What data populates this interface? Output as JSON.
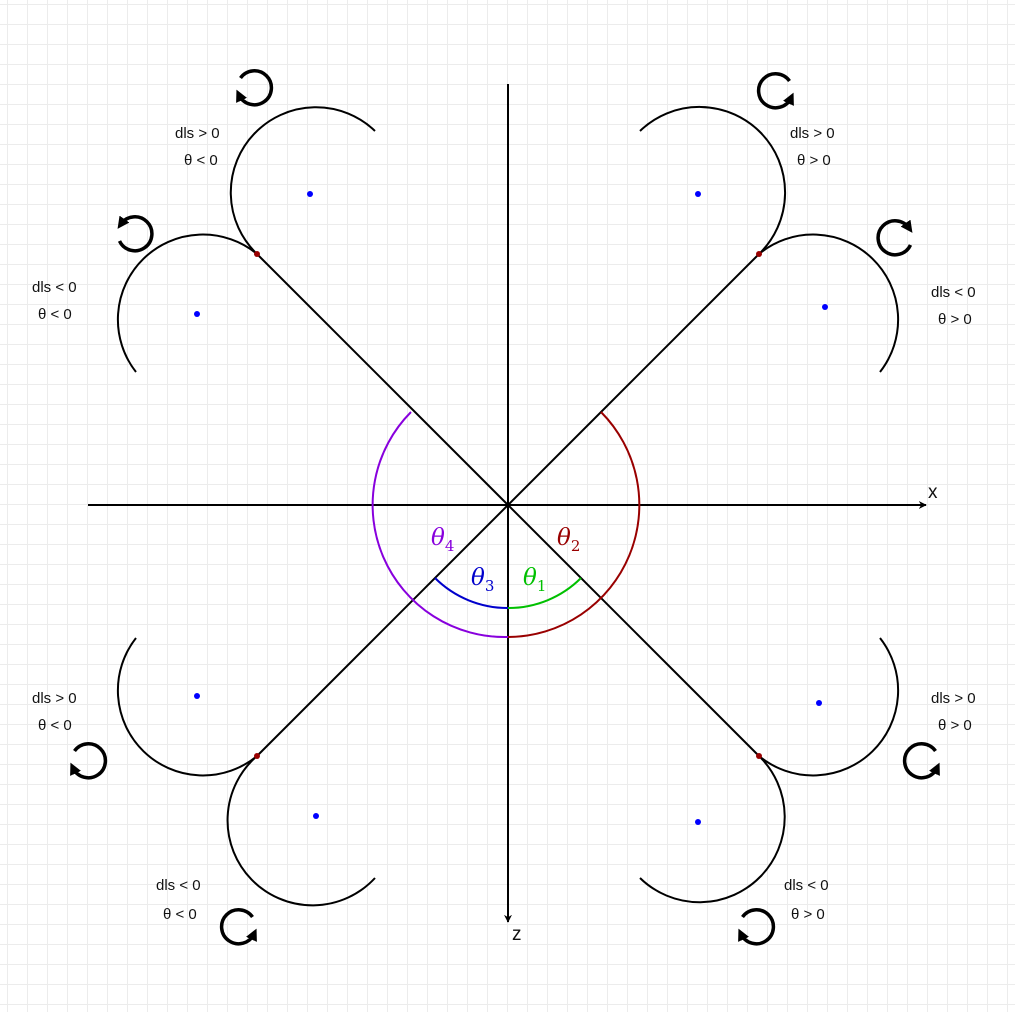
{
  "axes": {
    "x_label": "x",
    "z_label": "z"
  },
  "angles": [
    {
      "symbol": "θ",
      "sub": "1",
      "color": "#00c000"
    },
    {
      "symbol": "θ",
      "sub": "2",
      "color": "#990000"
    },
    {
      "symbol": "θ",
      "sub": "3",
      "color": "#0000cc"
    },
    {
      "symbol": "θ",
      "sub": "4",
      "color": "#8800dd"
    }
  ],
  "colors": {
    "line": "#000000",
    "center_dot": "#0000ff",
    "tangent_dot": "#990000"
  },
  "icons": {
    "rotation": "rotation-arrow-icon"
  },
  "labels": {
    "ne_upper": {
      "dls": "dls > 0",
      "theta": "θ > 0"
    },
    "ne_lower": {
      "dls": "dls < 0",
      "theta": "θ > 0"
    },
    "nw_upper": {
      "dls": "dls > 0",
      "theta": "θ < 0"
    },
    "nw_lower": {
      "dls": "dls < 0",
      "theta": "θ < 0"
    },
    "sw_upper": {
      "dls": "dls > 0",
      "theta": "θ < 0"
    },
    "sw_lower": {
      "dls": "dls < 0",
      "theta": "θ < 0"
    },
    "se_upper": {
      "dls": "dls > 0",
      "theta": "θ > 0"
    },
    "se_lower": {
      "dls": "dls < 0",
      "theta": "θ > 0"
    }
  }
}
